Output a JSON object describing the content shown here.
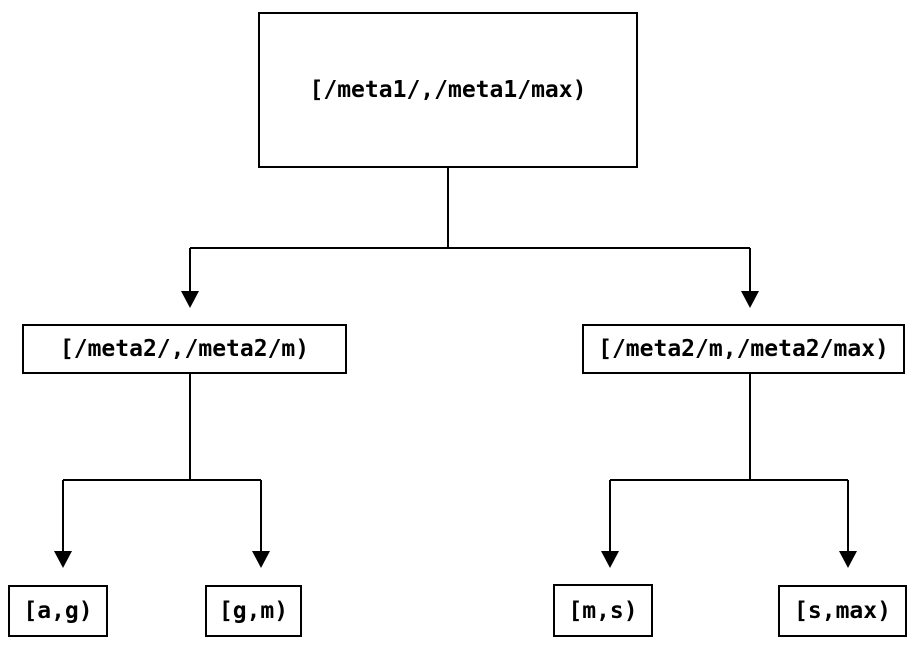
{
  "diagram": {
    "title": "range-partition-tree",
    "colors": {
      "background": "#ffffff",
      "line": "#000000",
      "text": "#000000"
    },
    "nodes": {
      "root": {
        "label": "[/meta1/,/meta1/max)"
      },
      "left": {
        "label": "[/meta2/,/meta2/m)"
      },
      "right": {
        "label": "[/meta2/m,/meta2/max)"
      },
      "leaf_ag": {
        "label": "[a,g)"
      },
      "leaf_gm": {
        "label": "[g,m)"
      },
      "leaf_ms": {
        "label": "[m,s)"
      },
      "leaf_smax": {
        "label": "[s,max)"
      }
    },
    "edges": [
      {
        "from": "root",
        "to": "left"
      },
      {
        "from": "root",
        "to": "right"
      },
      {
        "from": "left",
        "to": "leaf_ag"
      },
      {
        "from": "left",
        "to": "leaf_gm"
      },
      {
        "from": "right",
        "to": "leaf_ms"
      },
      {
        "from": "right",
        "to": "leaf_smax"
      }
    ]
  }
}
